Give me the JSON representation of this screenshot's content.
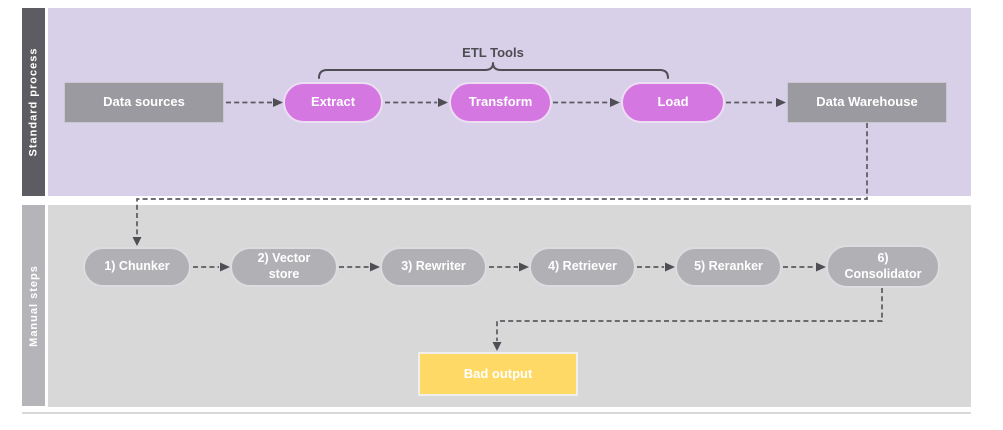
{
  "annotation": {
    "etl_tools": "ETL Tools"
  },
  "lanes": [
    {
      "label": "Standard process",
      "nodes": [
        {
          "id": "data-sources",
          "label": "Data sources",
          "shape": "rect"
        },
        {
          "id": "extract",
          "label": "Extract",
          "shape": "pill"
        },
        {
          "id": "transform",
          "label": "Transform",
          "shape": "pill"
        },
        {
          "id": "load",
          "label": "Load",
          "shape": "pill"
        },
        {
          "id": "data-warehouse",
          "label": "Data Warehouse",
          "shape": "rect"
        }
      ]
    },
    {
      "label": "Manual steps",
      "nodes": [
        {
          "id": "chunker",
          "label": "1) Chunker"
        },
        {
          "id": "vector-store",
          "label": "2) Vector store"
        },
        {
          "id": "rewriter",
          "label": "3) Rewriter"
        },
        {
          "id": "retriever",
          "label": "4) Retriever"
        },
        {
          "id": "reranker",
          "label": "5) Reranker"
        },
        {
          "id": "consolidator",
          "label": "6) Consolidator"
        }
      ]
    }
  ],
  "outputs": {
    "bad_output": "Bad output"
  },
  "edges": [
    {
      "from": "Data sources",
      "to": "Extract",
      "style": "dashed-arrow"
    },
    {
      "from": "Extract",
      "to": "Transform",
      "style": "dashed-arrow"
    },
    {
      "from": "Transform",
      "to": "Load",
      "style": "dashed-arrow"
    },
    {
      "from": "Load",
      "to": "Data Warehouse",
      "style": "dashed-arrow"
    },
    {
      "from": "Data Warehouse",
      "to": "1) Chunker",
      "style": "dashed-arrow-elbow"
    },
    {
      "from": "1) Chunker",
      "to": "2) Vector store",
      "style": "dashed-arrow"
    },
    {
      "from": "2) Vector store",
      "to": "3) Rewriter",
      "style": "dashed-arrow"
    },
    {
      "from": "3) Rewriter",
      "to": "4) Retriever",
      "style": "dashed-arrow"
    },
    {
      "from": "4) Retriever",
      "to": "5) Reranker",
      "style": "dashed-arrow"
    },
    {
      "from": "5) Reranker",
      "to": "6) Consolidator",
      "style": "dashed-arrow"
    },
    {
      "from": "6) Consolidator",
      "to": "Bad output",
      "style": "dashed-arrow-elbow"
    }
  ],
  "brace": {
    "spans": [
      "Extract",
      "Transform",
      "Load"
    ],
    "label": "ETL Tools"
  },
  "colors": {
    "standard_lane_bar": "#5d5c62",
    "standard_lane_bg": "#d8d0e8",
    "manual_lane_bar": "#b5b4b9",
    "manual_lane_bg": "#d8d8d8",
    "etl_pill": "#d477e1",
    "gray_node": "#9b9aa0",
    "manual_pill": "#b1b0b5",
    "bad_output": "#ffd966",
    "connector": "#5b5a60"
  }
}
